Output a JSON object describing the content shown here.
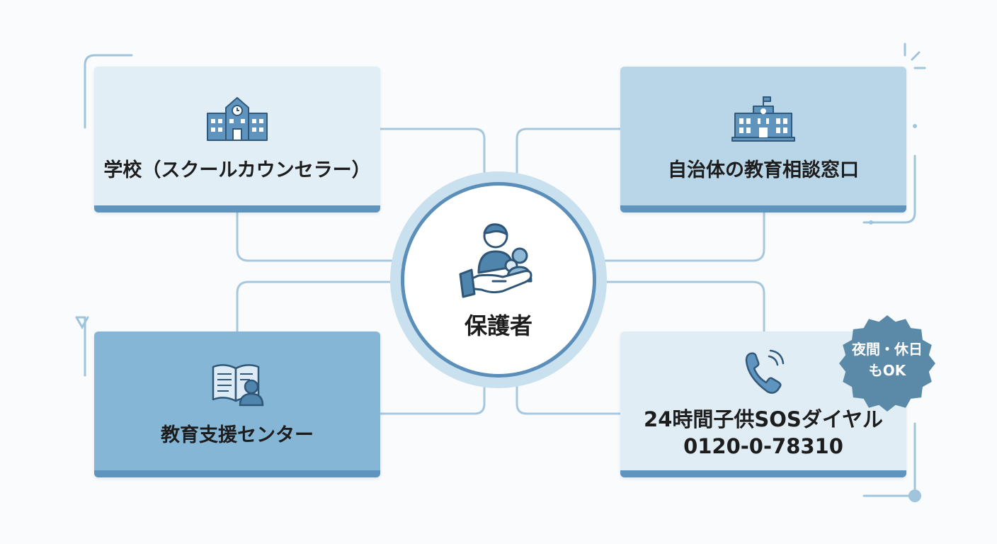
{
  "center": {
    "label": "保護者",
    "icon": "parent-caring-icon"
  },
  "cards": {
    "school": {
      "label": "学校（スクールカウンセラー）",
      "icon": "school-building-icon"
    },
    "municipal": {
      "label": "自治体の教育相談窓口",
      "icon": "government-building-icon"
    },
    "support": {
      "label": "教育支援センター",
      "icon": "book-person-icon"
    },
    "hotline": {
      "label_line1": "24時間子供SOSダイヤル",
      "label_line2": "0120-0-78310",
      "icon": "phone-icon"
    }
  },
  "badge": {
    "line1": "夜間・休日",
    "line2": "もOK"
  },
  "colors": {
    "accent": "#5f94bf",
    "connector": "#9fc4dc",
    "badge": "#5a8aa8"
  }
}
